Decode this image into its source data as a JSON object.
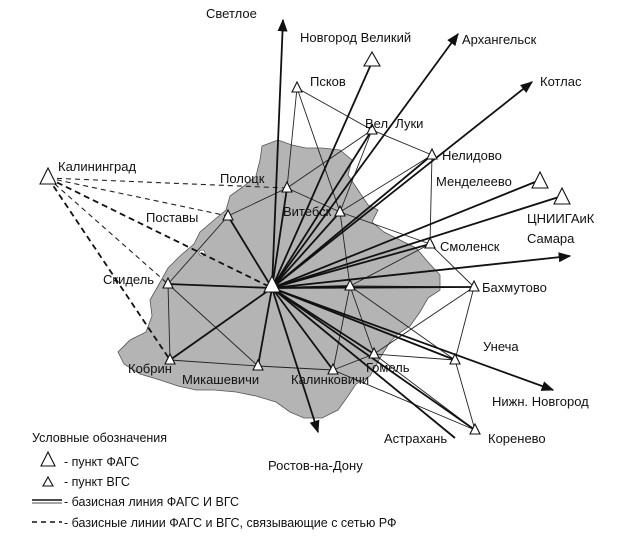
{
  "labels": {
    "svetloe": "Светлое",
    "novgorod": "Новгород Великий",
    "arkhangelsk": "Архангельск",
    "pskov": "Псков",
    "kotlas": "Котлас",
    "vel_luki": "Вел. Луки",
    "nelidovo": "Нелидово",
    "kaliningrad": "Калининград",
    "polotsk": "Полоцк",
    "mendeleevo": "Менделеево",
    "vitebsk": "Витебск",
    "postavy": "Поставы",
    "tsniigaik": "ЦНИИГАиК",
    "samara": "Самара",
    "smolensk": "Смоленск",
    "skidel": "Скидель",
    "bakhmutovo": "Бахмутово",
    "unecha": "Унеча",
    "kobrin": "Кобрин",
    "mikashevichi": "Микашевичи",
    "kalinkovichi": "Калинковичи",
    "gomel": "Гомель",
    "nizhn_novgorod": "Нижн. Новгород",
    "astrakhan": "Астрахань",
    "korenevo": "Коренево",
    "rostov": "Ростов-на-Дону"
  },
  "legend": {
    "title": "Условные обозначения",
    "fags_point": "- пункт ФАГС",
    "vgs_point": "- пункт ВГС",
    "base_line": "- базисная линия ФАГС И ВГС",
    "dashed_line": "- базисные линии ФАГС и ВГС, связывающие с сетью РФ"
  },
  "colors": {
    "territory": "#b4b4b4",
    "lines": "#111111"
  }
}
